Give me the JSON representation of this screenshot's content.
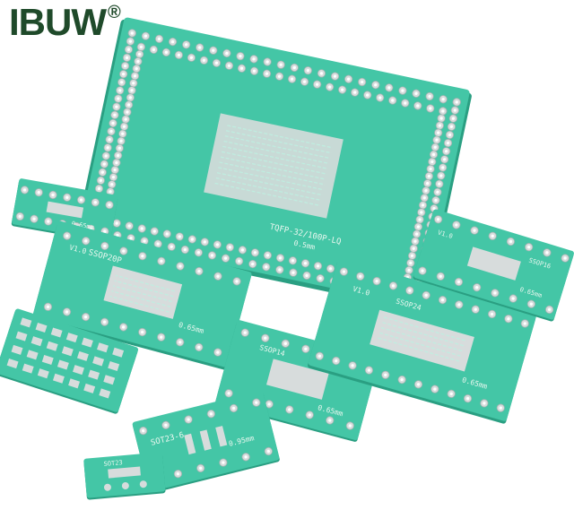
{
  "brand": {
    "name": "IBUW",
    "registered_mark": "®"
  },
  "colors": {
    "board": "#3fc3a3",
    "board_edge": "#2a9f82",
    "pad": "#d7dcdc",
    "silk": "#e9f7ef",
    "logo": "#1f4a2a"
  },
  "boards": [
    {
      "id": "large-qfp-adapter",
      "labels": [
        "TQFP-32/100P-LQ",
        "0.5mm"
      ]
    },
    {
      "id": "small-dip-adapter",
      "labels": [
        "0.65mm"
      ]
    },
    {
      "id": "ssop20-adapter",
      "labels": [
        "V1.0",
        "SSOP20P",
        "0.65mm"
      ]
    },
    {
      "id": "chip-resistor-board",
      "labels": []
    },
    {
      "id": "ssop14-adapter",
      "labels": [
        "SSOP14",
        "0.65mm"
      ]
    },
    {
      "id": "ssop24-adapter",
      "labels": [
        "V1.0",
        "SSOP24",
        "0.65mm"
      ]
    },
    {
      "id": "ssop16-adapter",
      "labels": [
        "V1.0",
        "SSOP16",
        "0.65mm"
      ]
    },
    {
      "id": "sot23-adapter",
      "labels": [
        "SOT23-6",
        "0.95mm"
      ]
    },
    {
      "id": "sot23-3-adapter",
      "labels": [
        "SOT23"
      ]
    }
  ]
}
